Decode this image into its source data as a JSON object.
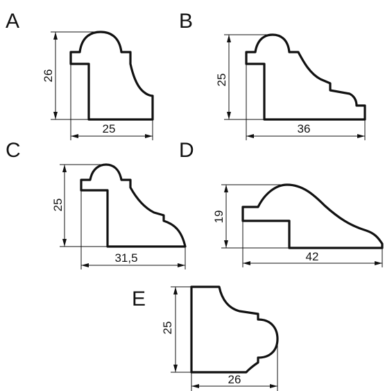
{
  "profiles": [
    {
      "id": "A",
      "label": "A",
      "height": "26",
      "width": "25"
    },
    {
      "id": "B",
      "label": "B",
      "height": "25",
      "width": "36"
    },
    {
      "id": "C",
      "label": "C",
      "height": "25",
      "width": "31,5"
    },
    {
      "id": "D",
      "label": "D",
      "height": "19",
      "width": "42"
    },
    {
      "id": "E",
      "label": "E",
      "height": "25",
      "width": "26"
    }
  ]
}
